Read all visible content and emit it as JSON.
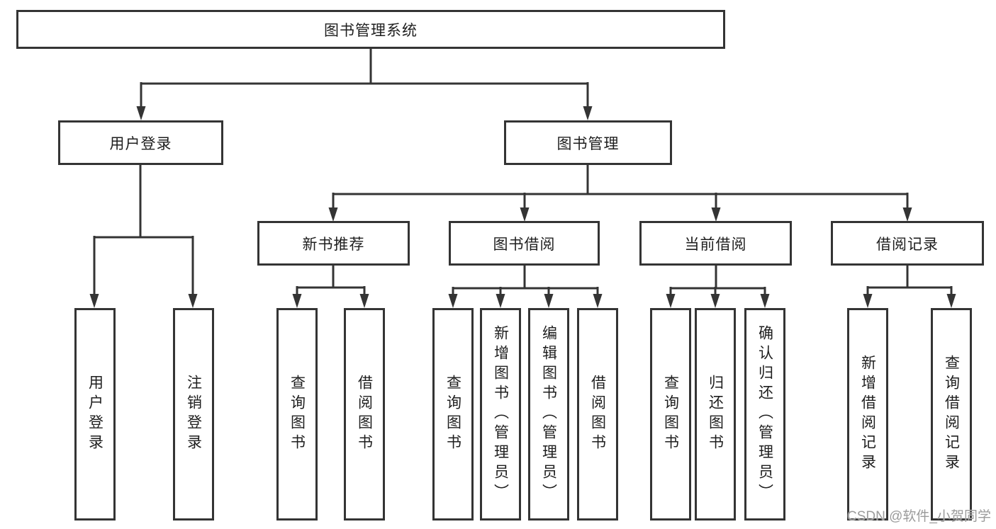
{
  "diagram": {
    "title": "图书管理系统",
    "nodes": {
      "root": {
        "label": "图书管理系统"
      },
      "user_login": {
        "label": "用户登录"
      },
      "book_mgmt": {
        "label": "图书管理"
      },
      "new_book_rec": {
        "label": "新书推荐"
      },
      "book_borrow": {
        "label": "图书借阅"
      },
      "current_borrow": {
        "label": "当前借阅"
      },
      "borrow_record": {
        "label": "借阅记录"
      },
      "leaf_user_login": {
        "label": "用户登录"
      },
      "leaf_logout": {
        "label": "注销登录"
      },
      "leaf_query_book_1": {
        "label": "查询图书"
      },
      "leaf_borrow_book_1": {
        "label": "借阅图书"
      },
      "leaf_query_book_2": {
        "label": "查询图书"
      },
      "leaf_add_book": {
        "label": "新增图书（管理员）"
      },
      "leaf_edit_book": {
        "label": "编辑图书（管理员）"
      },
      "leaf_borrow_book_2": {
        "label": "借阅图书"
      },
      "leaf_query_book_3": {
        "label": "查询图书"
      },
      "leaf_return_book": {
        "label": "归还图书"
      },
      "leaf_confirm_return": {
        "label": "确认归还（管理员）"
      },
      "leaf_add_record": {
        "label": "新增借阅记录"
      },
      "leaf_query_record": {
        "label": "查询借阅记录"
      }
    },
    "hierarchy": {
      "图书管理系统": {
        "用户登录": [
          "用户登录",
          "注销登录"
        ],
        "图书管理": {
          "新书推荐": [
            "查询图书",
            "借阅图书"
          ],
          "图书借阅": [
            "查询图书",
            "新增图书（管理员）",
            "编辑图书（管理员）",
            "借阅图书"
          ],
          "当前借阅": [
            "查询图书",
            "归还图书",
            "确认归还（管理员）"
          ],
          "借阅记录": [
            "新增借阅记录",
            "查询借阅记录"
          ]
        }
      }
    }
  },
  "watermark": {
    "text": "CSDN @软件_小贺同学"
  },
  "colors": {
    "line": "#343434",
    "box_border": "#343434",
    "box_bg": "#ffffff",
    "text": "#1e1e1e",
    "watermark": "#9b9b9b",
    "background": "#ffffff"
  }
}
